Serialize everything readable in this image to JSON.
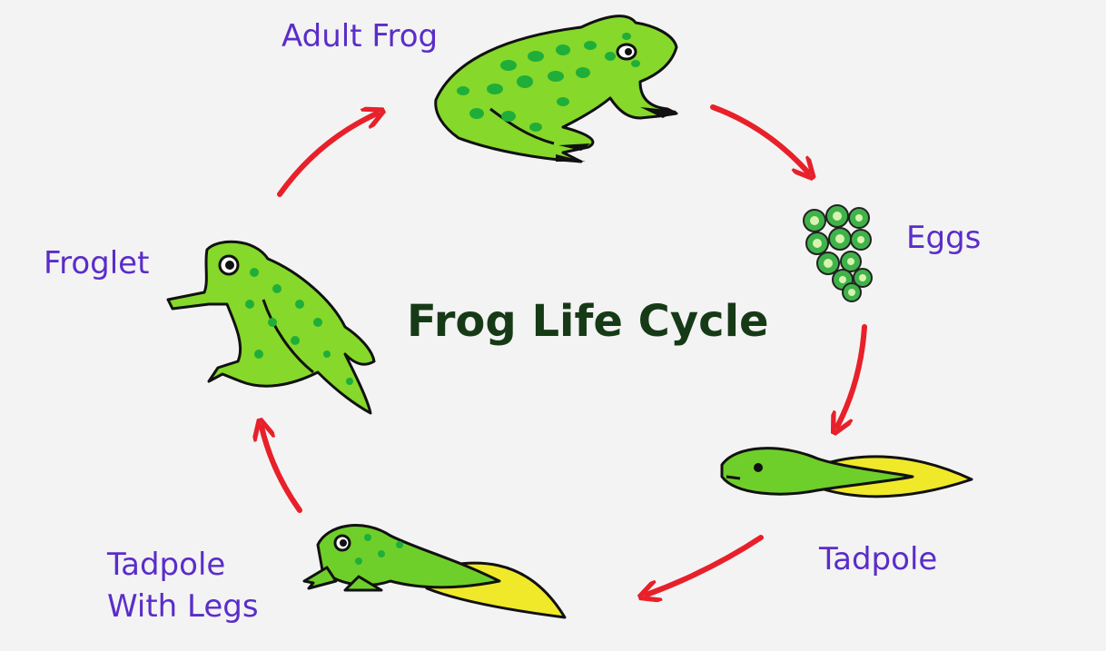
{
  "title": "Frog Life Cycle",
  "stages": {
    "adult": "Adult Frog",
    "eggs": "Eggs",
    "tadpole": "Tadpole",
    "tadpole_legs_line1": "Tadpole",
    "tadpole_legs_line2": "With Legs",
    "froglet": "Froglet"
  },
  "colors": {
    "label": "#5a2dc9",
    "title": "#163a16",
    "arrow": "#e8202a",
    "frog_green": "#7ed321",
    "frog_spot": "#1fae3a",
    "tail_yellow": "#f0e92a"
  }
}
